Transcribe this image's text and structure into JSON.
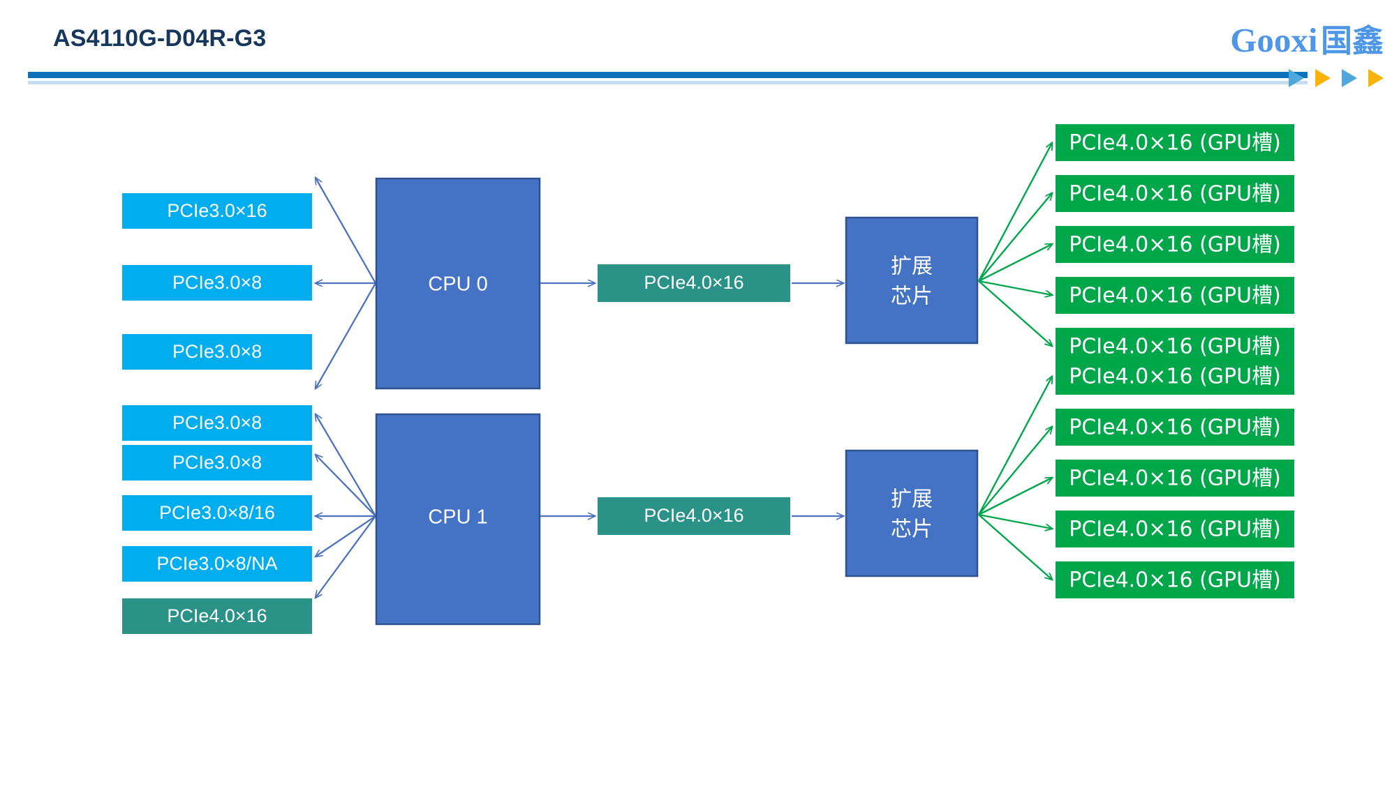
{
  "header": {
    "title": "AS4110G-D04R-G3",
    "brand_latin": "Gooxi",
    "brand_cn": "国鑫",
    "rule_color": "#0D72BA",
    "triangles": [
      {
        "name": "triangle-1",
        "color": "#4FA8DC"
      },
      {
        "name": "triangle-2",
        "color": "#FBB309"
      },
      {
        "name": "triangle-3",
        "color": "#4FA8DC"
      },
      {
        "name": "triangle-4",
        "color": "#FBB309"
      }
    ]
  },
  "colors": {
    "pcie3_blue": "#00AEEF",
    "pcie4_teal": "#2A9287",
    "cpu_blue": "#4472C4",
    "cpu_border": "#2E528F",
    "gpu_green": "#00A74A",
    "blue_arrow": "#4A72C0",
    "green_arrow": "#00A74A",
    "title_navy": "#16365C",
    "brand_blue": "#4E96E8"
  },
  "chart_data": {
    "type": "diagram",
    "title": "AS4110G-D04R-G3 PCIe topology block diagram",
    "groups": [
      {
        "name": "cpu0-group",
        "cpu": {
          "label": "CPU 0"
        },
        "left_slots": [
          {
            "label": "PCIe3.0×16",
            "kind": "pcie3"
          },
          {
            "label": "PCIe3.0×8",
            "kind": "pcie3"
          },
          {
            "label": "PCIe3.0×8",
            "kind": "pcie3"
          }
        ],
        "uplink": {
          "label": "PCIe4.0×16",
          "kind": "pcie4"
        },
        "switch": {
          "line1": "扩展",
          "line2": "芯片"
        },
        "gpu_slots": [
          {
            "label": "PCIe4.0×16 (GPU槽)"
          },
          {
            "label": "PCIe4.0×16 (GPU槽)"
          },
          {
            "label": "PCIe4.0×16 (GPU槽)"
          },
          {
            "label": "PCIe4.0×16 (GPU槽)"
          },
          {
            "label": "PCIe4.0×16 (GPU槽)"
          }
        ]
      },
      {
        "name": "cpu1-group",
        "cpu": {
          "label": "CPU 1"
        },
        "left_slots": [
          {
            "label": "PCIe3.0×8",
            "kind": "pcie3"
          },
          {
            "label": "PCIe3.0×8",
            "kind": "pcie3"
          },
          {
            "label": "PCIe3.0×8/16",
            "kind": "pcie3"
          },
          {
            "label": "PCIe3.0×8/NA",
            "kind": "pcie3"
          },
          {
            "label": "PCIe4.0×16",
            "kind": "pcie4"
          }
        ],
        "uplink": {
          "label": "PCIe4.0×16",
          "kind": "pcie4"
        },
        "switch": {
          "line1": "扩展",
          "line2": "芯片"
        },
        "gpu_slots": [
          {
            "label": "PCIe4.0×16 (GPU槽)"
          },
          {
            "label": "PCIe4.0×16 (GPU槽)"
          },
          {
            "label": "PCIe4.0×16 (GPU槽)"
          },
          {
            "label": "PCIe4.0×16 (GPU槽)"
          },
          {
            "label": "PCIe4.0×16 (GPU槽)"
          }
        ]
      }
    ]
  }
}
